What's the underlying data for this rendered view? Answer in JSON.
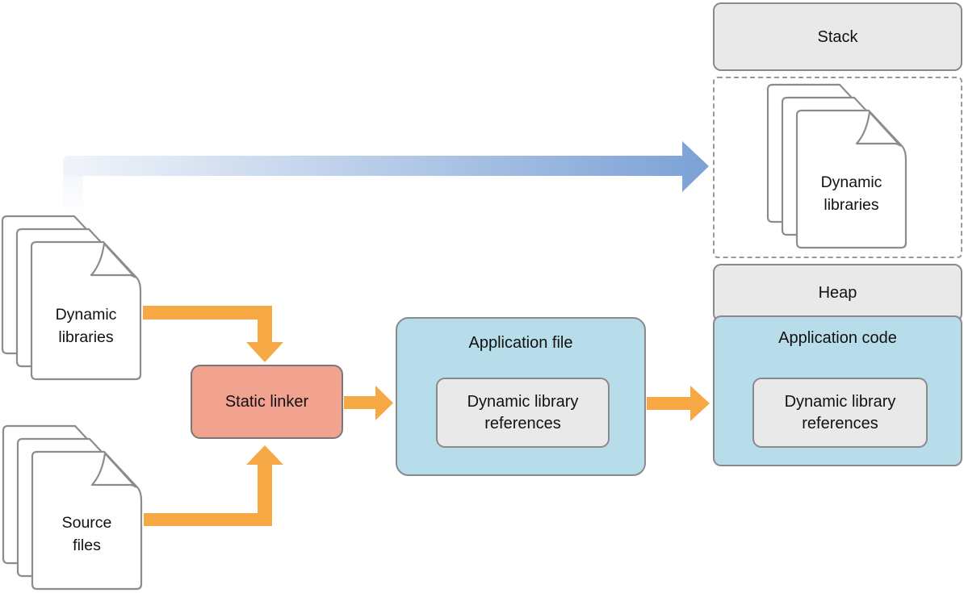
{
  "colors": {
    "orange": "#F5A844",
    "blue_arrow": "#7BA1D6",
    "blue_arrow_light": "#F1F5FA",
    "box_blue": "#B7DDEA",
    "box_salmon": "#F2A390",
    "box_gray": "#E9E9E9",
    "border": "#8A8A8A"
  },
  "memory": {
    "stack": {
      "label": "Stack"
    },
    "stack_contents": {
      "doc_label": [
        "Dynamic",
        "libraries"
      ]
    },
    "heap": {
      "label": "Heap"
    },
    "application_code": {
      "title": "Application code",
      "references": [
        "Dynamic library",
        "references"
      ]
    }
  },
  "build": {
    "dynamic_libraries": {
      "doc_label": [
        "Dynamic",
        "libraries"
      ]
    },
    "source_files": {
      "doc_label": [
        "Source",
        "files"
      ]
    },
    "static_linker": {
      "label": "Static linker"
    },
    "application_file": {
      "title": "Application file",
      "references": [
        "Dynamic library",
        "references"
      ]
    }
  }
}
